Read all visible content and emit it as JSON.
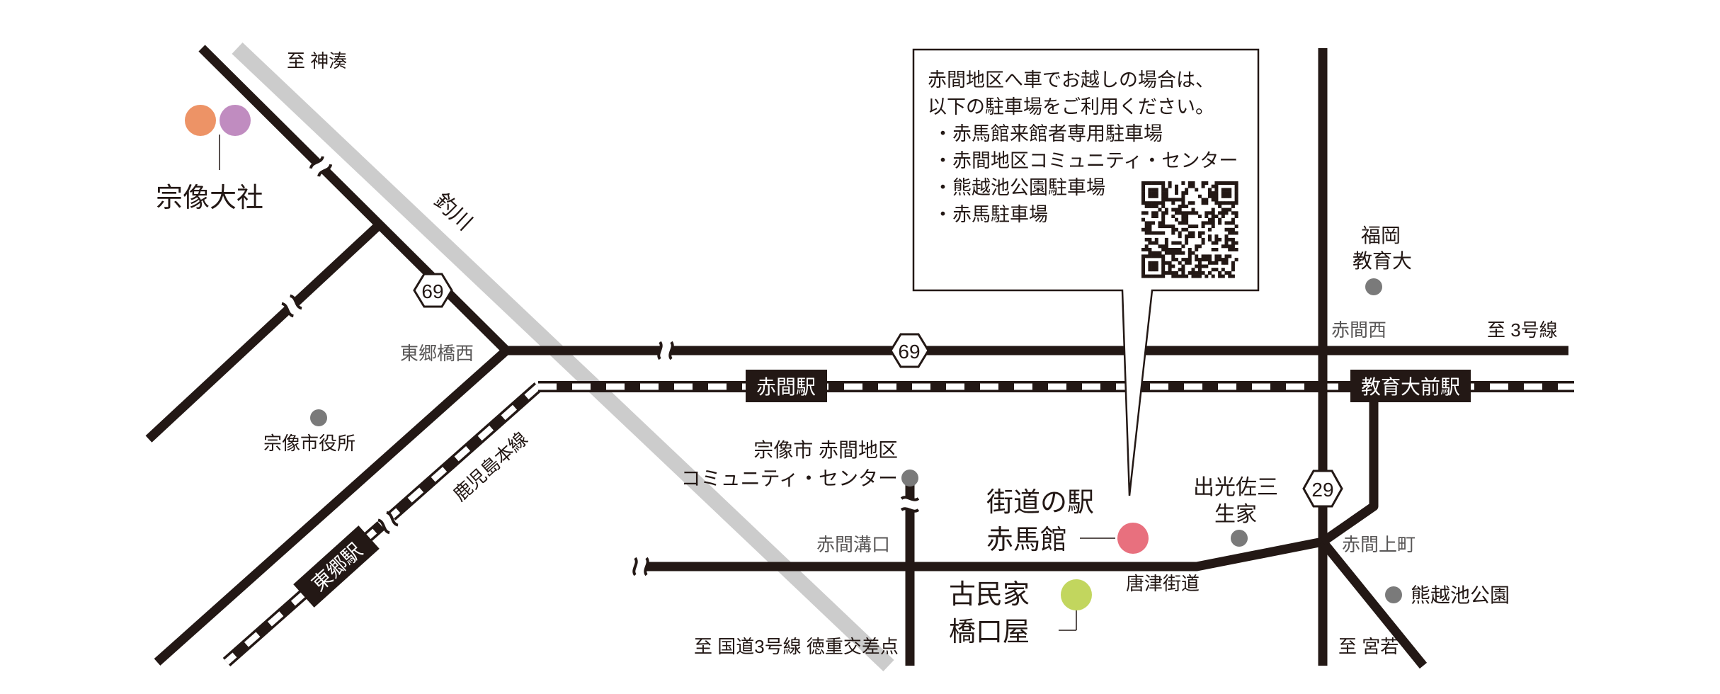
{
  "labels": {
    "to_kaminato": "至 神湊",
    "munakata_taisha": "宗像大社",
    "tsurigawa": "釣川",
    "higashigo_hashinishi": "東郷橋西",
    "munakata_shiyakusho": "宗像市役所",
    "kagoshima_line": "鹿児島本線",
    "togo_station": "東郷駅",
    "akama_station": "赤間駅",
    "kyoiku_station": "教育大前駅",
    "akama_nishi": "赤間西",
    "to_route3": "至 3号線",
    "fukuoka_kyoiku": "福岡\n教育大",
    "community_center": "宗像市 赤間地区\nコミュニティ・センター",
    "akama_mizoguchi": "赤間溝口",
    "kaido_no_eki": "街道の駅\n赤馬館",
    "idemitsu_house": "出光佐三\n生家",
    "akama_kamimachi": "赤間上町",
    "karatsu_kaido": "唐津街道",
    "kominka": "古民家\n橋口屋",
    "kumagoe_park": "熊越池公園",
    "to_tokushige": "至 国道3号線 徳重交差点",
    "to_miyawaka": "至 宮若"
  },
  "route_shields": {
    "r69_upper": "69",
    "r69_main": "69",
    "r29": "29"
  },
  "callout": {
    "line1": "赤間地区へ車でお越しの場合は、",
    "line2": "以下の駐車場をご利用ください。",
    "items": [
      "・赤馬館来館者専用駐車場",
      "・赤間地区コミュニティ・センター",
      "・熊越池公園駐車場",
      "・赤馬駐車場"
    ]
  },
  "colors": {
    "orange_dot": "#ed9366",
    "purple_dot": "#c08cc0",
    "pink_dot": "#e8707e",
    "green_dot": "#c2d65e",
    "gray_dot": "#7a7a7a",
    "road": "#231815",
    "river": "#cccccc"
  }
}
